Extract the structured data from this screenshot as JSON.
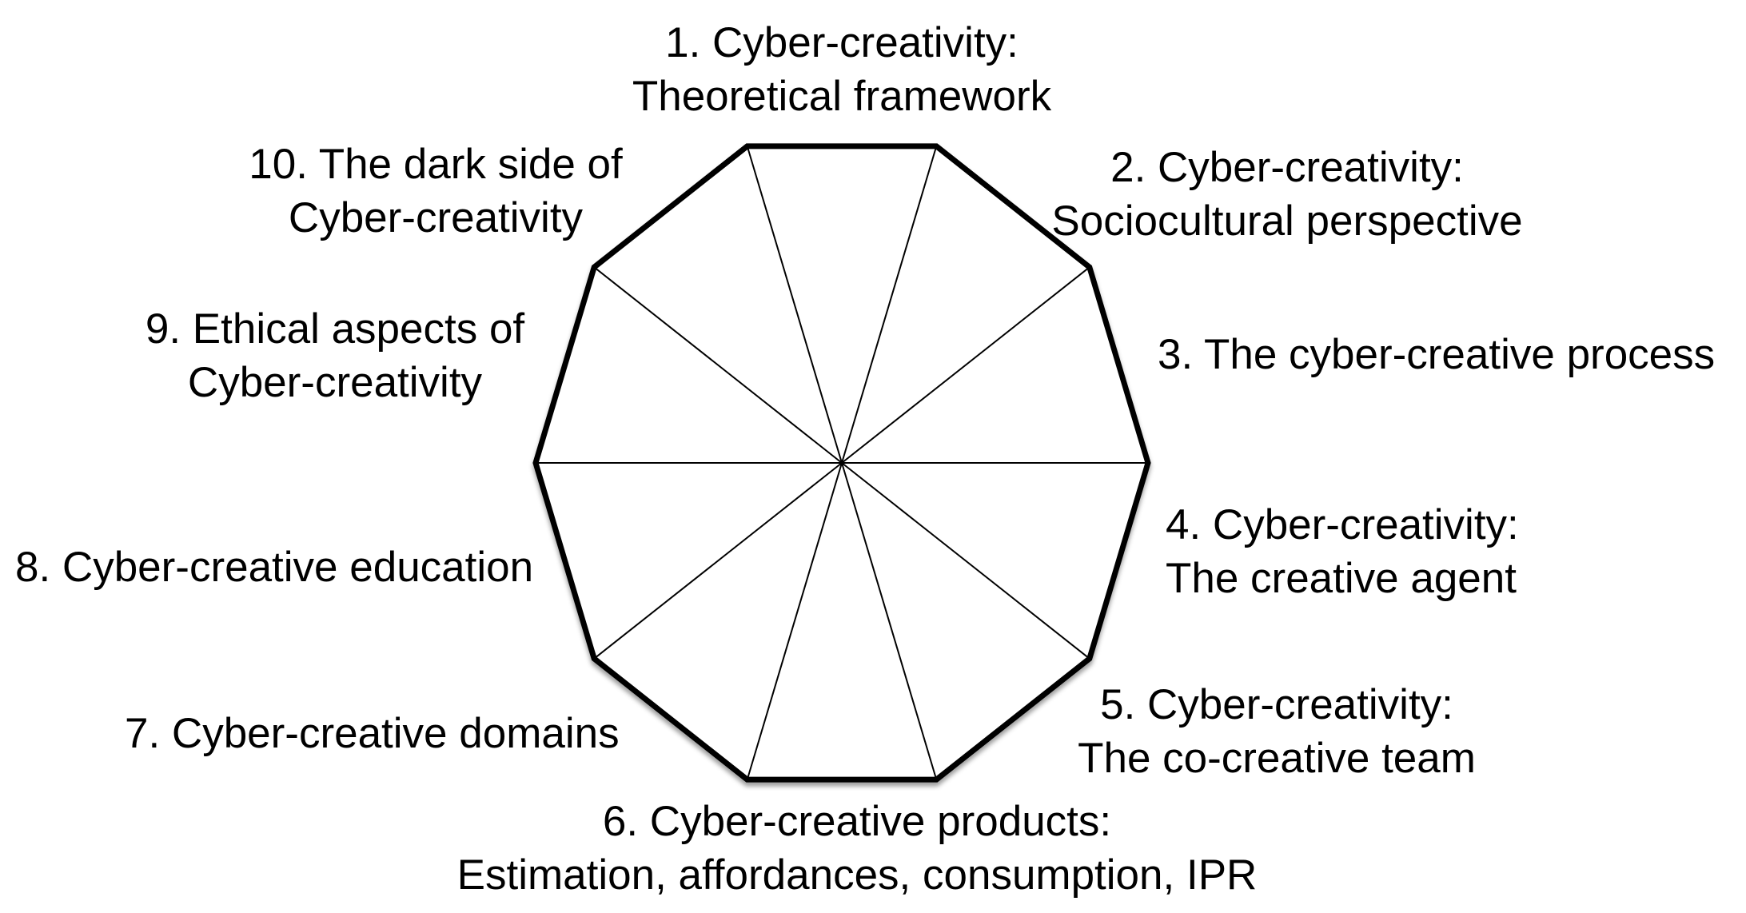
{
  "diagram": {
    "background_color": "#ffffff",
    "shape": {
      "type": "decagon",
      "sides": 10,
      "outline_color": "#000000",
      "fill_color": "#ffffff",
      "spoke_color": "#000000"
    },
    "labels": [
      {
        "lines": [
          "1. Cyber-creativity:",
          "Theoretical framework"
        ]
      },
      {
        "lines": [
          "2. Cyber-creativity:",
          "Sociocultural perspective"
        ]
      },
      {
        "lines": [
          "3. The cyber-creative process"
        ]
      },
      {
        "lines": [
          "4. Cyber-creativity:",
          "The creative agent"
        ]
      },
      {
        "lines": [
          "5. Cyber-creativity:",
          "The co-creative team"
        ]
      },
      {
        "lines": [
          "6. Cyber-creative products:",
          "Estimation, affordances, consumption, IPR"
        ]
      },
      {
        "lines": [
          "7. Cyber-creative domains"
        ]
      },
      {
        "lines": [
          "8. Cyber-creative education"
        ]
      },
      {
        "lines": [
          "9. Ethical aspects of",
          "Cyber-creativity"
        ]
      },
      {
        "lines": [
          "10. The dark side of",
          "Cyber-creativity"
        ]
      }
    ]
  }
}
